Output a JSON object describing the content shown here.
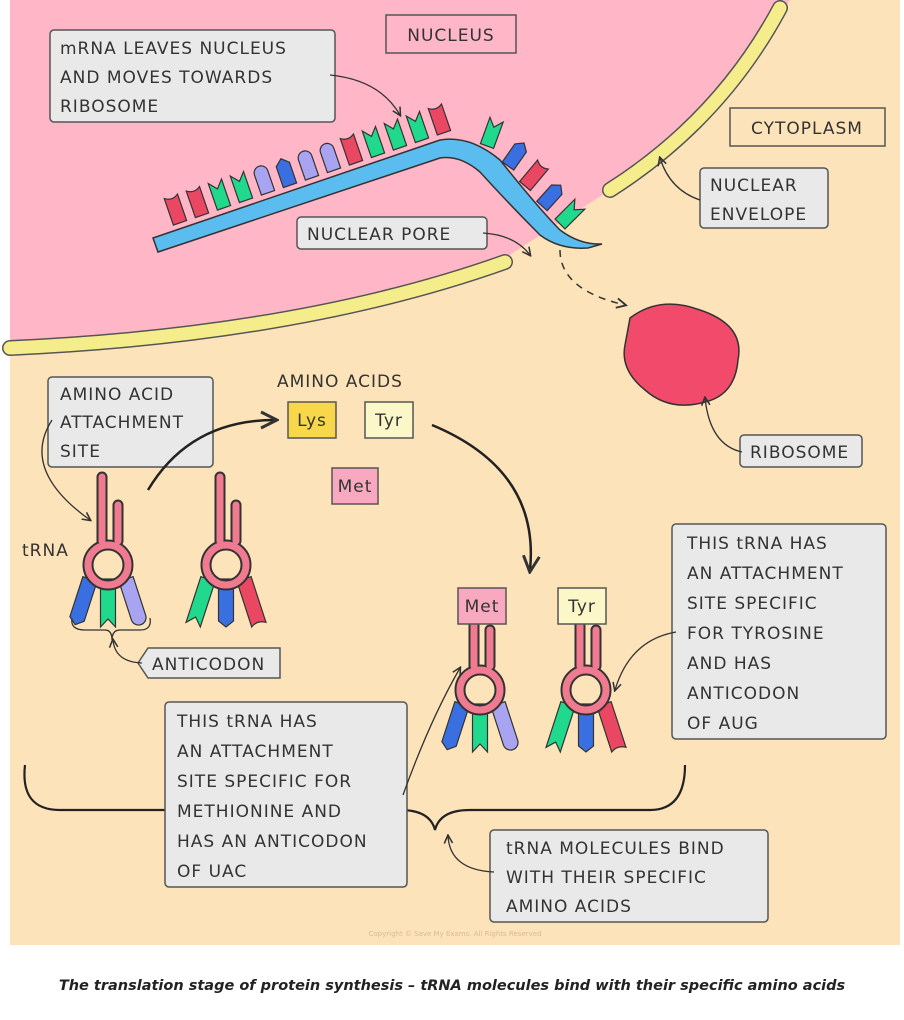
{
  "labels": {
    "nucleus": "NUCLEUS",
    "cytoplasm": "CYTOPLASM",
    "mrna_leaves": [
      "mRNA LEAVES NUCLEUS",
      "AND MOVES TOWARDS",
      "RIBOSOME"
    ],
    "nuclear_pore": "NUCLEAR PORE",
    "nuclear_envelope": [
      "NUCLEAR",
      "ENVELOPE"
    ],
    "ribosome": "RIBOSOME",
    "amino_acid_site": [
      "AMINO ACID",
      "ATTACHMENT",
      "SITE"
    ],
    "amino_acids": "AMINO ACIDS",
    "trna": "tRNA",
    "anticodon": "ANTICODON",
    "tyr_note": [
      "THIS tRNA HAS",
      "AN ATTACHMENT",
      "SITE SPECIFIC",
      "FOR TYROSINE",
      "AND HAS",
      "ANTICODON",
      "OF AUG"
    ],
    "met_note": [
      "THIS tRNA HAS",
      "AN ATTACHMENT",
      "SITE SPECIFIC FOR",
      "METHIONINE AND",
      "HAS AN ANTICODON",
      "OF UAC"
    ],
    "bind_note": [
      "tRNA MOLECULES BIND",
      "WITH THEIR SPECIFIC",
      "AMINO ACIDS"
    ],
    "copyright": "Copyright © Save My Exams. All Rights Reserved"
  },
  "amino_acids": {
    "lys": "Lys",
    "tyr": "Tyr",
    "met": "Met"
  },
  "caption": "The translation stage of protein synthesis – tRNA molecules bind with their specific amino acids",
  "colors": {
    "nucleus": "#ffb6c6",
    "cytoplasm": "#fde3b9",
    "envelope": "#f5ec8c",
    "mrna": "#5bbcf0",
    "ribosome": "#f24a6a",
    "trna": "#f07a90",
    "base_red": "#ea4862",
    "base_green": "#20d98c",
    "base_blue": "#3a6fe2",
    "base_lavender": "#a9a4f2",
    "lys": "#f8d84a",
    "tyr": "#fbf7c8",
    "met": "#f8a9c0"
  }
}
